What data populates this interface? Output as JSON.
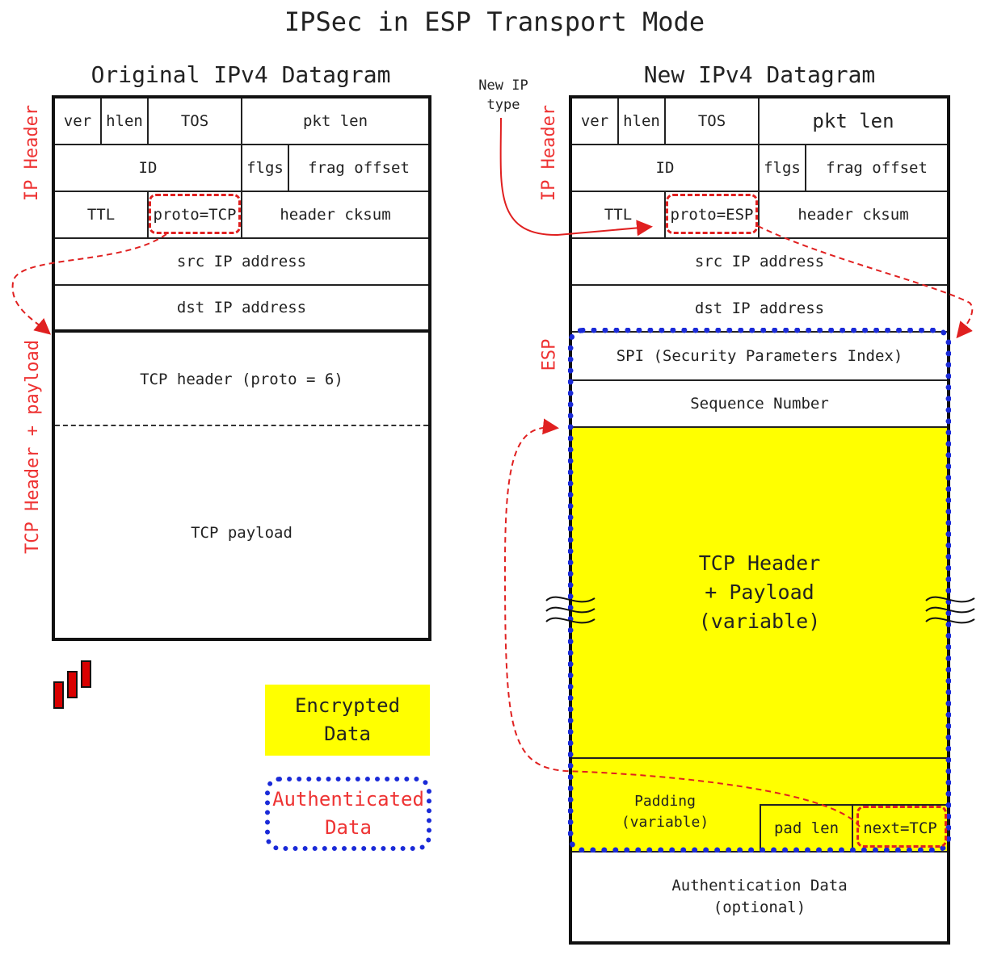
{
  "title": "IPSec in ESP Transport Mode",
  "original": {
    "title": "Original IPv4 Datagram",
    "ip_header_label": "IP Header",
    "tcp_label": "TCP Header + payload",
    "fields": {
      "ver": "ver",
      "hlen": "hlen",
      "tos": "TOS",
      "pkt_len": "pkt len",
      "id": "ID",
      "flgs": "flgs",
      "frag_offset": "frag offset",
      "ttl": "TTL",
      "proto": "proto=TCP",
      "header_cksum": "header cksum",
      "src": "src IP address",
      "dst": "dst IP address"
    },
    "tcp_header": "TCP header (proto = 6)",
    "tcp_payload": "TCP payload"
  },
  "new": {
    "title": "New IPv4 Datagram",
    "annotation_line1": "New IP",
    "annotation_line2": "type",
    "ip_header_label": "IP Header",
    "esp_label": "ESP",
    "fields": {
      "ver": "ver",
      "hlen": "hlen",
      "tos": "TOS",
      "pkt_len": "pkt len",
      "id": "ID",
      "flgs": "flgs",
      "frag_offset": "frag offset",
      "ttl": "TTL",
      "proto": "proto=ESP",
      "header_cksum": "header cksum",
      "src": "src IP address",
      "dst": "dst IP address"
    },
    "spi": "SPI (Security Parameters Index)",
    "sequence": "Sequence Number",
    "payload_line1": "TCP Header",
    "payload_line2": "+ Payload",
    "payload_line3": "(variable)",
    "padding_line1": "Padding",
    "padding_line2": "(variable)",
    "pad_len": "pad len",
    "next": "next=TCP",
    "auth_line1": "Authentication Data",
    "auth_line2": "(optional)"
  },
  "legend": {
    "encrypted_line1": "Encrypted",
    "encrypted_line2": "Data",
    "authenticated_line1": "Authenticated",
    "authenticated_line2": "Data"
  },
  "colors": {
    "encrypted": "#ffff00",
    "authenticated": "#1a2ad8",
    "highlight": "#e02020"
  }
}
